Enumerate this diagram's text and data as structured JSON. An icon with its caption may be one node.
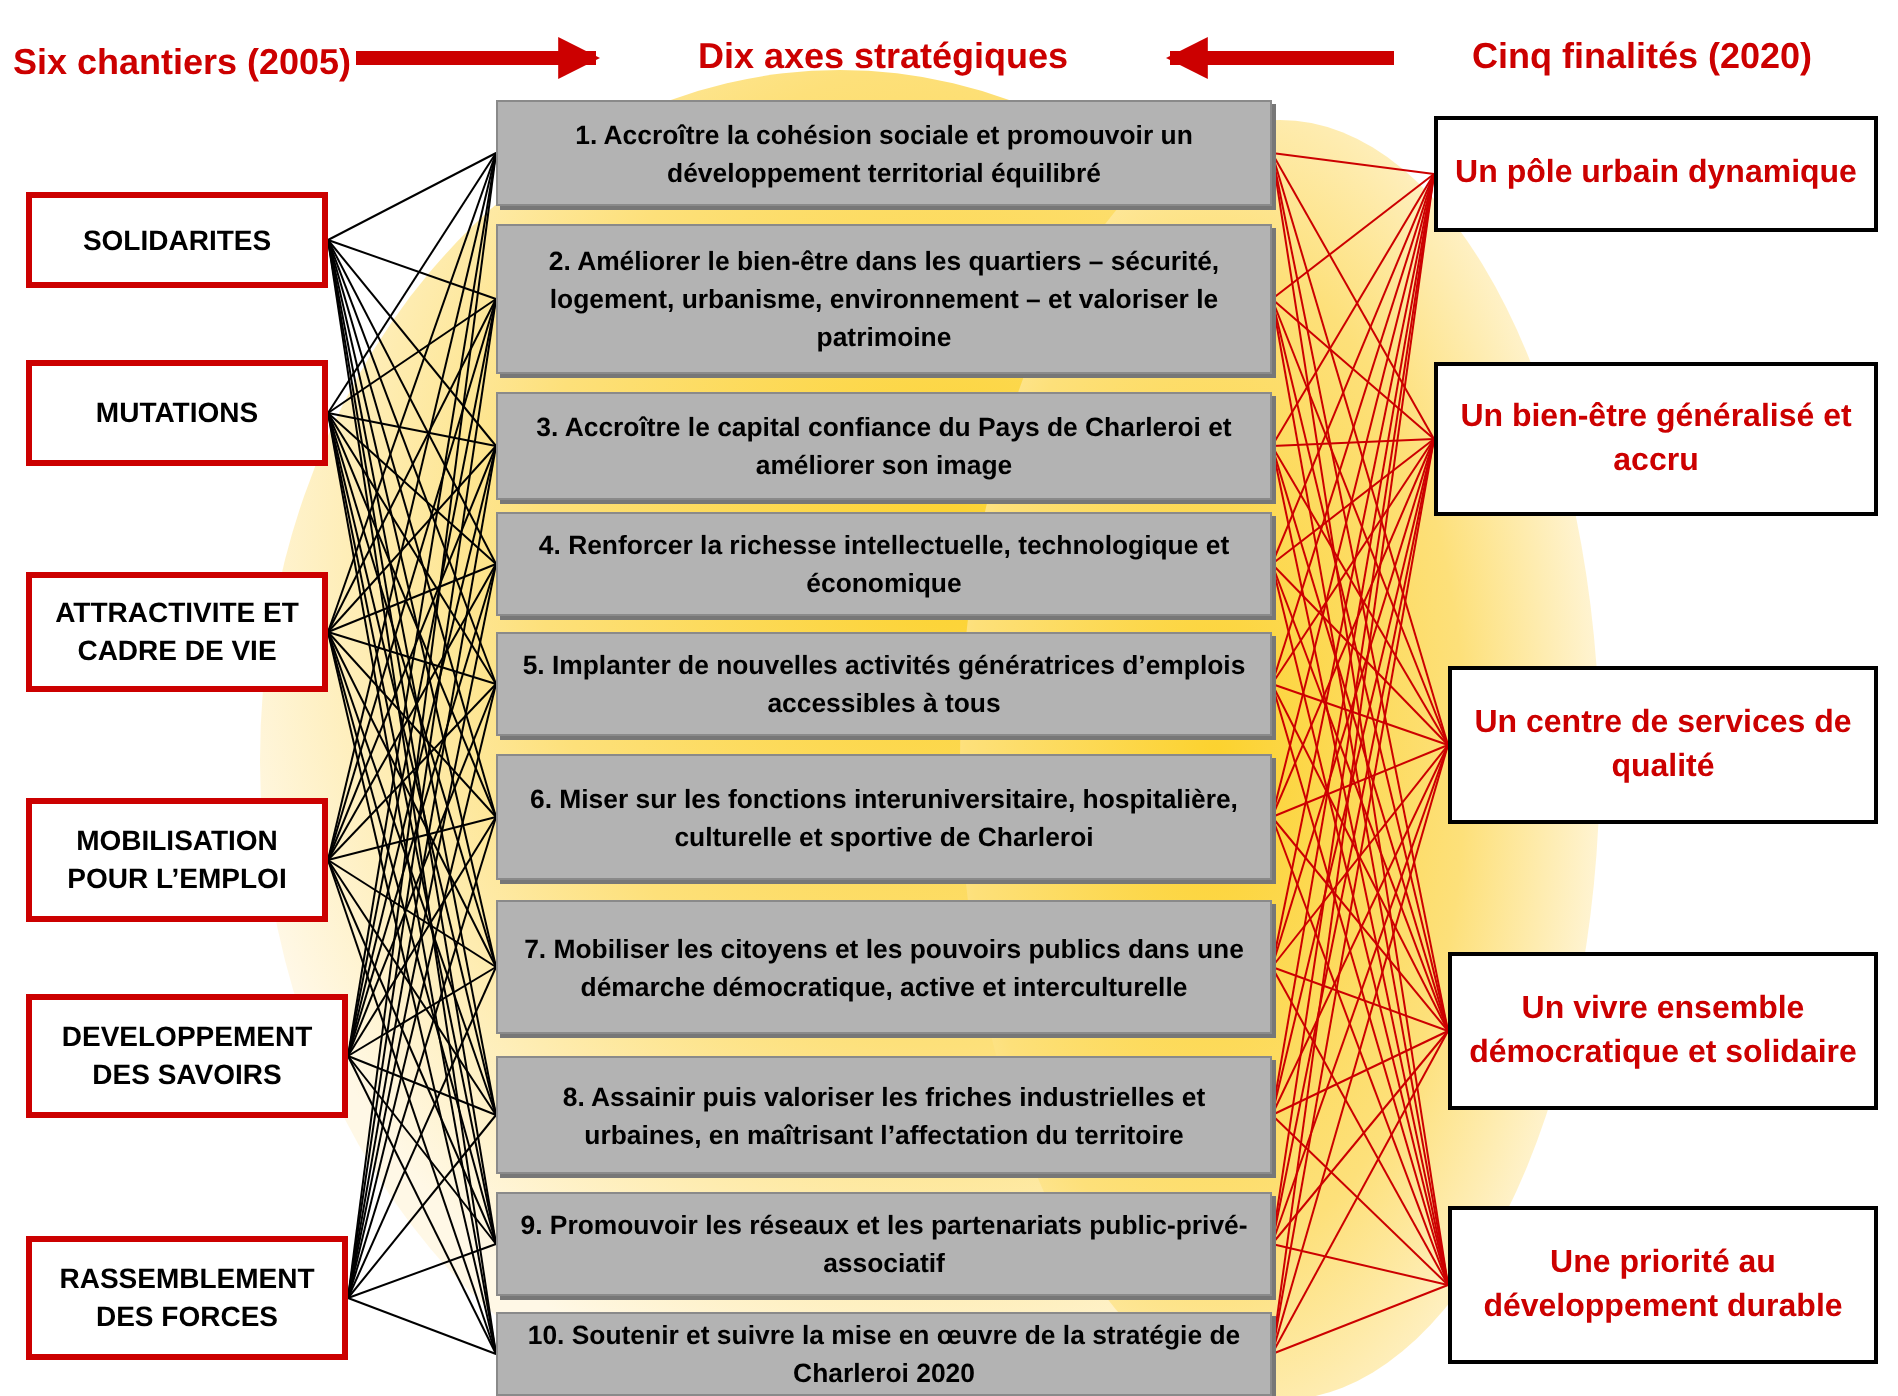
{
  "diagram": {
    "nodes": [
      {
        "text": [
          "Six chantiers (2005)"
        ]
      },
      {
        "text": [
          "Dix axes stratégiques"
        ]
      },
      {
        "text": [
          "Cinq finalités (2020)"
        ]
      },
      {
        "text": [
          "SOLIDARITES"
        ]
      },
      {
        "text": [
          "MUTATIONS"
        ]
      },
      {
        "text": [
          "ATTRACTIVITE ET CADRE DE VIE"
        ]
      },
      {
        "text": [
          "MOBILISATION POUR L’EMPLOI"
        ]
      },
      {
        "text": [
          "DEVELOPPEMENT DES SAVOIRS"
        ]
      },
      {
        "text": [
          "RASSEMBLEMENT DES FORCES"
        ]
      },
      {
        "text": [
          "1. Accroître la cohésion sociale et promouvoir un développement territorial équilibré"
        ]
      },
      {
        "text": [
          "2. Améliorer le bien-être dans les quartiers – sécurité, logement, urbanisme, environnement – et valoriser le patrimoine"
        ]
      },
      {
        "text": [
          "3. Accroître le capital confiance du Pays de Charleroi et améliorer son image"
        ]
      },
      {
        "text": [
          "4. Renforcer la richesse intellectuelle, technologique et économique"
        ]
      },
      {
        "text": [
          "5. Implanter de nouvelles activités génératrices d’emplois accessibles à tous"
        ]
      },
      {
        "text": [
          "6. Miser sur les fonctions interuniversitaire, hospitalière, culturelle et sportive de Charleroi"
        ]
      },
      {
        "text": [
          "7. Mobiliser les citoyens et les pouvoirs publics dans une démarche démocratique, active et interculturelle"
        ]
      },
      {
        "text": [
          "8. Assainir puis valoriser les friches industrielles et urbaines, en maîtrisant l’affectation du territoire"
        ]
      },
      {
        "text": [
          "9. Promouvoir les réseaux et les partenariats public-privé-associatif"
        ]
      },
      {
        "text": [
          "10. Soutenir et suivre la mise en œuvre de la stratégie de Charleroi 2020"
        ]
      },
      {
        "text": [
          "Un pôle urbain dynamique"
        ]
      },
      {
        "text": [
          "Un bien-être généralisé et accru"
        ]
      },
      {
        "text": [
          "Un centre de services de qualité"
        ]
      },
      {
        "text": [
          "Un vivre ensemble démocratique et solidaire"
        ]
      },
      {
        "text": [
          "Une priorité au développement durable"
        ]
      }
    ],
    "edges": [
      {
        "from": 0,
        "to": 1,
        "arrow": "to",
        "style": "thick",
        "color": "#cc0000"
      },
      {
        "from": 2,
        "to": 1,
        "arrow": "to",
        "style": "thick",
        "color": "#cc0000"
      },
      {
        "from": 3,
        "to": 9,
        "arrow": "none"
      },
      {
        "from": 3,
        "to": 10,
        "arrow": "none"
      },
      {
        "from": 3,
        "to": 11,
        "arrow": "none"
      },
      {
        "from": 3,
        "to": 12,
        "arrow": "none"
      },
      {
        "from": 3,
        "to": 13,
        "arrow": "none"
      },
      {
        "from": 3,
        "to": 14,
        "arrow": "none"
      },
      {
        "from": 3,
        "to": 15,
        "arrow": "none"
      },
      {
        "from": 3,
        "to": 16,
        "arrow": "none"
      },
      {
        "from": 3,
        "to": 17,
        "arrow": "none"
      },
      {
        "from": 3,
        "to": 18,
        "arrow": "none"
      },
      {
        "from": 4,
        "to": 9,
        "arrow": "none"
      },
      {
        "from": 4,
        "to": 10,
        "arrow": "none"
      },
      {
        "from": 4,
        "to": 11,
        "arrow": "none"
      },
      {
        "from": 4,
        "to": 12,
        "arrow": "none"
      },
      {
        "from": 4,
        "to": 13,
        "arrow": "none"
      },
      {
        "from": 4,
        "to": 14,
        "arrow": "none"
      },
      {
        "from": 4,
        "to": 15,
        "arrow": "none"
      },
      {
        "from": 4,
        "to": 16,
        "arrow": "none"
      },
      {
        "from": 4,
        "to": 17,
        "arrow": "none"
      },
      {
        "from": 4,
        "to": 18,
        "arrow": "none"
      },
      {
        "from": 5,
        "to": 9,
        "arrow": "none"
      },
      {
        "from": 5,
        "to": 10,
        "arrow": "none"
      },
      {
        "from": 5,
        "to": 11,
        "arrow": "none"
      },
      {
        "from": 5,
        "to": 12,
        "arrow": "none"
      },
      {
        "from": 5,
        "to": 13,
        "arrow": "none"
      },
      {
        "from": 5,
        "to": 14,
        "arrow": "none"
      },
      {
        "from": 5,
        "to": 15,
        "arrow": "none"
      },
      {
        "from": 5,
        "to": 16,
        "arrow": "none"
      },
      {
        "from": 5,
        "to": 17,
        "arrow": "none"
      },
      {
        "from": 5,
        "to": 18,
        "arrow": "none"
      },
      {
        "from": 6,
        "to": 9,
        "arrow": "none"
      },
      {
        "from": 6,
        "to": 10,
        "arrow": "none"
      },
      {
        "from": 6,
        "to": 11,
        "arrow": "none"
      },
      {
        "from": 6,
        "to": 12,
        "arrow": "none"
      },
      {
        "from": 6,
        "to": 13,
        "arrow": "none"
      },
      {
        "from": 6,
        "to": 14,
        "arrow": "none"
      },
      {
        "from": 6,
        "to": 15,
        "arrow": "none"
      },
      {
        "from": 6,
        "to": 16,
        "arrow": "none"
      },
      {
        "from": 6,
        "to": 17,
        "arrow": "none"
      },
      {
        "from": 6,
        "to": 18,
        "arrow": "none"
      },
      {
        "from": 7,
        "to": 9,
        "arrow": "none"
      },
      {
        "from": 7,
        "to": 10,
        "arrow": "none"
      },
      {
        "from": 7,
        "to": 11,
        "arrow": "none"
      },
      {
        "from": 7,
        "to": 12,
        "arrow": "none"
      },
      {
        "from": 7,
        "to": 13,
        "arrow": "none"
      },
      {
        "from": 7,
        "to": 14,
        "arrow": "none"
      },
      {
        "from": 7,
        "to": 15,
        "arrow": "none"
      },
      {
        "from": 7,
        "to": 16,
        "arrow": "none"
      },
      {
        "from": 7,
        "to": 17,
        "arrow": "none"
      },
      {
        "from": 7,
        "to": 18,
        "arrow": "none"
      },
      {
        "from": 8,
        "to": 9,
        "arrow": "none"
      },
      {
        "from": 8,
        "to": 10,
        "arrow": "none"
      },
      {
        "from": 8,
        "to": 11,
        "arrow": "none"
      },
      {
        "from": 8,
        "to": 12,
        "arrow": "none"
      },
      {
        "from": 8,
        "to": 13,
        "arrow": "none"
      },
      {
        "from": 8,
        "to": 14,
        "arrow": "none"
      },
      {
        "from": 8,
        "to": 15,
        "arrow": "none"
      },
      {
        "from": 8,
        "to": 16,
        "arrow": "none"
      },
      {
        "from": 8,
        "to": 17,
        "arrow": "none"
      },
      {
        "from": 8,
        "to": 18,
        "arrow": "none"
      },
      {
        "from": 9,
        "to": 19,
        "arrow": "none",
        "color": "#cc0000"
      },
      {
        "from": 9,
        "to": 20,
        "arrow": "none",
        "color": "#cc0000"
      },
      {
        "from": 9,
        "to": 21,
        "arrow": "none",
        "color": "#cc0000"
      },
      {
        "from": 9,
        "to": 22,
        "arrow": "none",
        "color": "#cc0000"
      },
      {
        "from": 9,
        "to": 23,
        "arrow": "none",
        "color": "#cc0000"
      },
      {
        "from": 10,
        "to": 19,
        "arrow": "none",
        "color": "#cc0000"
      },
      {
        "from": 10,
        "to": 20,
        "arrow": "none",
        "color": "#cc0000"
      },
      {
        "from": 10,
        "to": 21,
        "arrow": "none",
        "color": "#cc0000"
      },
      {
        "from": 10,
        "to": 22,
        "arrow": "none",
        "color": "#cc0000"
      },
      {
        "from": 10,
        "to": 23,
        "arrow": "none",
        "color": "#cc0000"
      },
      {
        "from": 11,
        "to": 19,
        "arrow": "none",
        "color": "#cc0000"
      },
      {
        "from": 11,
        "to": 20,
        "arrow": "none",
        "color": "#cc0000"
      },
      {
        "from": 11,
        "to": 21,
        "arrow": "none",
        "color": "#cc0000"
      },
      {
        "from": 11,
        "to": 22,
        "arrow": "none",
        "color": "#cc0000"
      },
      {
        "from": 11,
        "to": 23,
        "arrow": "none",
        "color": "#cc0000"
      },
      {
        "from": 12,
        "to": 19,
        "arrow": "none",
        "color": "#cc0000"
      },
      {
        "from": 12,
        "to": 20,
        "arrow": "none",
        "color": "#cc0000"
      },
      {
        "from": 12,
        "to": 21,
        "arrow": "none",
        "color": "#cc0000"
      },
      {
        "from": 12,
        "to": 22,
        "arrow": "none",
        "color": "#cc0000"
      },
      {
        "from": 12,
        "to": 23,
        "arrow": "none",
        "color": "#cc0000"
      },
      {
        "from": 13,
        "to": 19,
        "arrow": "none",
        "color": "#cc0000"
      },
      {
        "from": 13,
        "to": 20,
        "arrow": "none",
        "color": "#cc0000"
      },
      {
        "from": 13,
        "to": 21,
        "arrow": "none",
        "color": "#cc0000"
      },
      {
        "from": 13,
        "to": 22,
        "arrow": "none",
        "color": "#cc0000"
      },
      {
        "from": 13,
        "to": 23,
        "arrow": "none",
        "color": "#cc0000"
      },
      {
        "from": 14,
        "to": 19,
        "arrow": "none",
        "color": "#cc0000"
      },
      {
        "from": 14,
        "to": 20,
        "arrow": "none",
        "color": "#cc0000"
      },
      {
        "from": 14,
        "to": 21,
        "arrow": "none",
        "color": "#cc0000"
      },
      {
        "from": 14,
        "to": 22,
        "arrow": "none",
        "color": "#cc0000"
      },
      {
        "from": 14,
        "to": 23,
        "arrow": "none",
        "color": "#cc0000"
      },
      {
        "from": 15,
        "to": 19,
        "arrow": "none",
        "color": "#cc0000"
      },
      {
        "from": 15,
        "to": 20,
        "arrow": "none",
        "color": "#cc0000"
      },
      {
        "from": 15,
        "to": 21,
        "arrow": "none",
        "color": "#cc0000"
      },
      {
        "from": 15,
        "to": 22,
        "arrow": "none",
        "color": "#cc0000"
      },
      {
        "from": 15,
        "to": 23,
        "arrow": "none",
        "color": "#cc0000"
      },
      {
        "from": 16,
        "to": 19,
        "arrow": "none",
        "color": "#cc0000"
      },
      {
        "from": 16,
        "to": 20,
        "arrow": "none",
        "color": "#cc0000"
      },
      {
        "from": 16,
        "to": 21,
        "arrow": "none",
        "color": "#cc0000"
      },
      {
        "from": 16,
        "to": 22,
        "arrow": "none",
        "color": "#cc0000"
      },
      {
        "from": 16,
        "to": 23,
        "arrow": "none",
        "color": "#cc0000"
      },
      {
        "from": 17,
        "to": 19,
        "arrow": "none",
        "color": "#cc0000"
      },
      {
        "from": 17,
        "to": 20,
        "arrow": "none",
        "color": "#cc0000"
      },
      {
        "from": 17,
        "to": 21,
        "arrow": "none",
        "color": "#cc0000"
      },
      {
        "from": 17,
        "to": 22,
        "arrow": "none",
        "color": "#cc0000"
      },
      {
        "from": 17,
        "to": 23,
        "arrow": "none",
        "color": "#cc0000"
      },
      {
        "from": 18,
        "to": 19,
        "arrow": "none",
        "color": "#cc0000"
      },
      {
        "from": 18,
        "to": 20,
        "arrow": "none",
        "color": "#cc0000"
      },
      {
        "from": 18,
        "to": 21,
        "arrow": "none",
        "color": "#cc0000"
      },
      {
        "from": 18,
        "to": 22,
        "arrow": "none",
        "color": "#cc0000"
      },
      {
        "from": 18,
        "to": 23,
        "arrow": "none",
        "color": "#cc0000"
      }
    ]
  }
}
